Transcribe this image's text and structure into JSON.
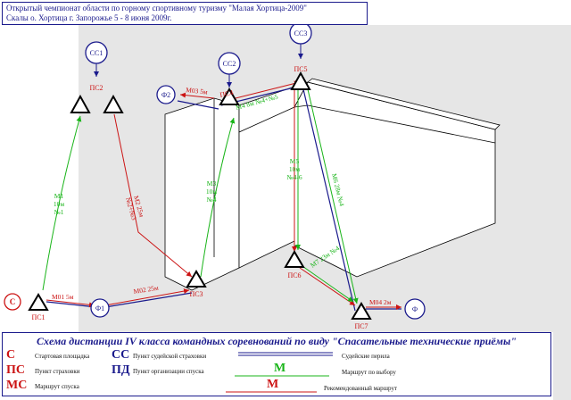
{
  "header": {
    "line1": "Открытый чемпионат области по горному спортивному туризму \"Малая Хортица-2009\"",
    "line2": "Скалы о. Хортица г. Запорожье 5 - 8 июня 2009г."
  },
  "nodes": {
    "start": "С",
    "ps1": "ПС1",
    "ps2": "ПС2",
    "ps3": "ПС3",
    "ps4": "ПС4",
    "ps5": "ПС5",
    "ps6": "ПС6",
    "ps7": "ПС7",
    "cc1": "СС1",
    "cc2": "СС2",
    "cc3": "СС3",
    "f1": "Ф1",
    "f2": "Ф2",
    "f": "Ф"
  },
  "route_labels": {
    "m01": "М01 5м",
    "m02": "М02 25м",
    "m03": "М03 5м",
    "m04": "М04 2м",
    "m1": [
      "М1",
      "10м",
      "№1"
    ],
    "m2": [
      "М2 25м",
      "№2+№3"
    ],
    "m3": [
      "М3",
      "10м",
      "№4"
    ],
    "m4": "М4 8м №4+№5",
    "m5": [
      "М5",
      "10м",
      "№4-6"
    ],
    "m6": "М6 28м №4",
    "m7": "М7 23м №4"
  },
  "legend": {
    "title": "Схема дистанции IV класса командных соревнований по виду \"Спасательные технические приёмы\"",
    "start_symbol": "С",
    "start_text": "Стартовая площадка",
    "ps_symbol": "ПС",
    "ps_text": "Пункт страховки",
    "mc_symbol": "МС",
    "mc_text": "Маршрут спуска",
    "cc_symbol": "СС",
    "cc_text": "Пункт судейской страховки",
    "pd_symbol": "ПД",
    "pd_text": "Пункт организации спуска",
    "judge_rope_text": "Судейские перила",
    "m_green": "М",
    "m_green_text": "Маршрут по выбору",
    "m_red": "М",
    "m_red_text": "Рекомендованный маршрут"
  },
  "colors": {
    "red": "#cc1414",
    "blue": "#1a1a8c",
    "green": "#18b418"
  }
}
